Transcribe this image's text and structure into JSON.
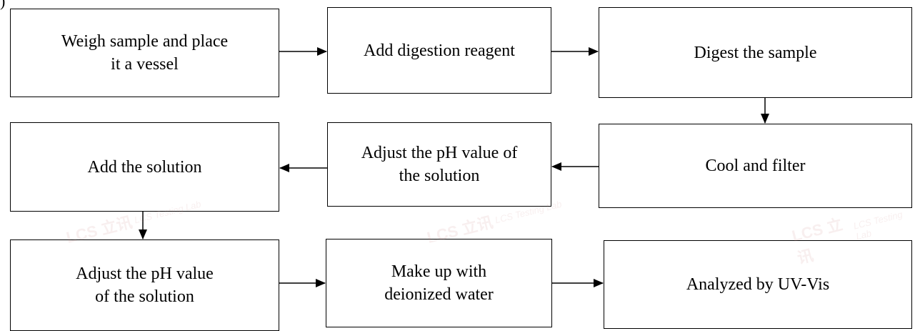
{
  "corner_mark": ")",
  "steps": [
    {
      "line1": "Weigh sample and place",
      "line2": "it a vessel"
    },
    {
      "line1": "Add digestion reagent"
    },
    {
      "line1": "Digest the sample"
    },
    {
      "line1": "Cool and filter"
    },
    {
      "line1": "Adjust the pH value of",
      "line2": "the solution"
    },
    {
      "line1": "Add the solution"
    },
    {
      "line1": "Adjust the pH value",
      "line2": "of the solution"
    },
    {
      "line1": "Make up with",
      "line2": "deionized water"
    },
    {
      "line1": "Analyzed by UV-Vis"
    }
  ],
  "watermark": {
    "logo": "LCS 立讯",
    "text": "LCS Testing Lab"
  }
}
